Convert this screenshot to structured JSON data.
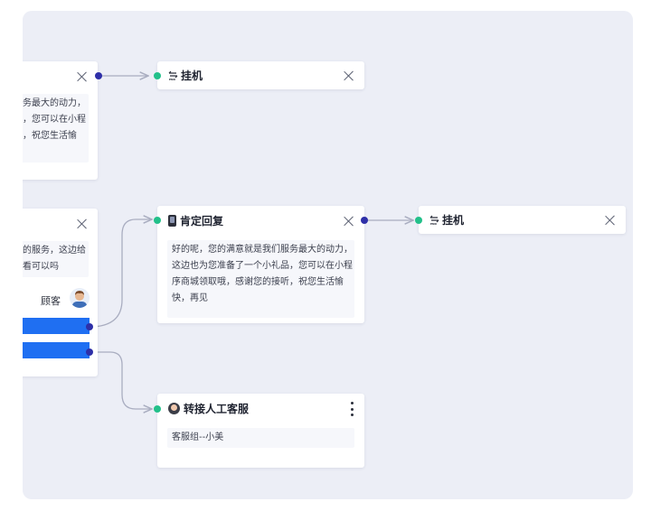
{
  "nodes": {
    "left_top": {
      "text_lines": [
        "务最大的动力，",
        "，您可以在小程",
        "，祝您生活愉"
      ]
    },
    "left_mid": {
      "text_lines": [
        "的服务，这边给",
        "看可以吗"
      ],
      "speaker": "顾客"
    },
    "hangup_top": {
      "title": "挂机"
    },
    "positive_reply": {
      "title": "肯定回复",
      "body_lines": [
        "好的呢，您的满意就是我们服务最大的动力，",
        "这边也为您准备了一个小礼品，您可以在小程",
        "序商城领取哦，感谢您的接听，祝您生活愉",
        "快，再见"
      ]
    },
    "hangup_right": {
      "title": "挂机"
    },
    "transfer": {
      "title": "转接人工客服",
      "body": "客服组--小美"
    }
  },
  "icons": {
    "close": "close-icon",
    "end": "end-call-icon",
    "phone": "phone-icon",
    "agent": "agent-icon",
    "more": "more-vertical-icon"
  },
  "colors": {
    "canvas": "#eceef6",
    "port_in": "#23c08a",
    "port_out": "#2e2fa8",
    "branch": "#1f6ff2",
    "edge": "#a9adc0"
  }
}
